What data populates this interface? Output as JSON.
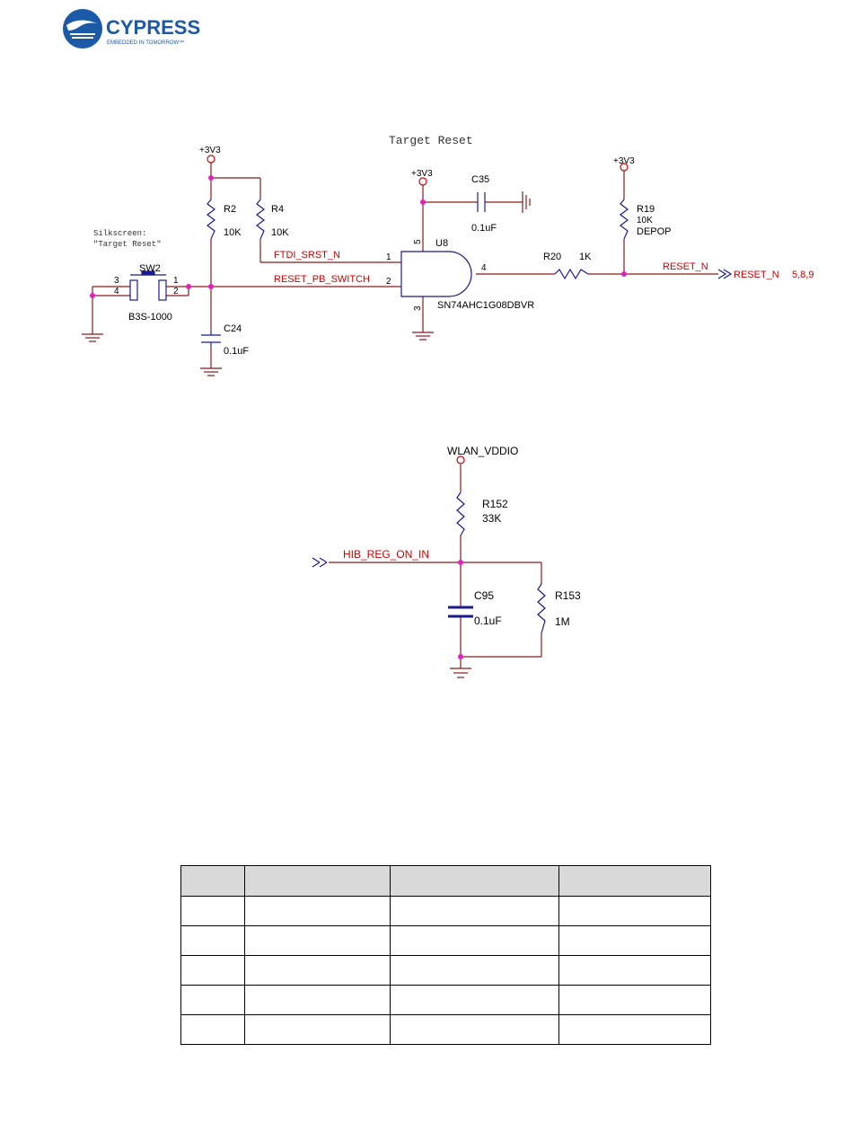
{
  "logo": {
    "brand": "CYPRESS",
    "tagline": "EMBEDDED IN TOMORROW™"
  },
  "schematic1": {
    "title": "Target Reset",
    "power_label": "+3V3",
    "r2": {
      "ref": "R2",
      "value": "10K"
    },
    "r4": {
      "ref": "R4",
      "value": "10K"
    },
    "c24": {
      "ref": "C24",
      "value": "0.1uF"
    },
    "c35": {
      "ref": "C35",
      "value": "0.1uF"
    },
    "r19": {
      "ref": "R19",
      "value": "10K",
      "note": "DEPOP"
    },
    "r20": {
      "ref": "R20",
      "value": "1K"
    },
    "u8": {
      "ref": "U8",
      "part": "SN74AHC1G08DBVR",
      "pin1": "1",
      "pin2": "2",
      "pin3": "3",
      "pin4": "4",
      "pin5": "5"
    },
    "sw2": {
      "ref": "SW2",
      "part": "B3S-1000",
      "pin1": "1",
      "pin2": "2",
      "pin3": "3",
      "pin4": "4"
    },
    "silkscreen_line1": "Silkscreen:",
    "silkscreen_line2": "\"Target Reset\"",
    "net_ftdi": "FTDI_SRST_N",
    "net_reset_pb": "RESET_PB_SWITCH",
    "net_reset_n": "RESET_N",
    "offpage_label": "RESET_N",
    "offpage_pages": "5,8,9"
  },
  "schematic2": {
    "power_label": "WLAN_VDDIO",
    "r152": {
      "ref": "R152",
      "value": "33K"
    },
    "c95": {
      "ref": "C95",
      "value": "0.1uF"
    },
    "r153": {
      "ref": "R153",
      "value": "1M"
    },
    "net_hib": "HIB_REG_ON_IN"
  },
  "table": {
    "headers": [
      "",
      "",
      "",
      ""
    ],
    "rows": [
      [
        "",
        "",
        "",
        ""
      ],
      [
        "",
        "",
        "",
        ""
      ],
      [
        "",
        "",
        "",
        ""
      ],
      [
        "",
        "",
        "",
        ""
      ],
      [
        "",
        "",
        "",
        ""
      ]
    ]
  },
  "colors": {
    "wire": "#8b1a1a",
    "net_label": "#cc0000",
    "component": "#1a1a8c",
    "junction": "#e020c0",
    "logo_blue": "#1b5aa6"
  }
}
